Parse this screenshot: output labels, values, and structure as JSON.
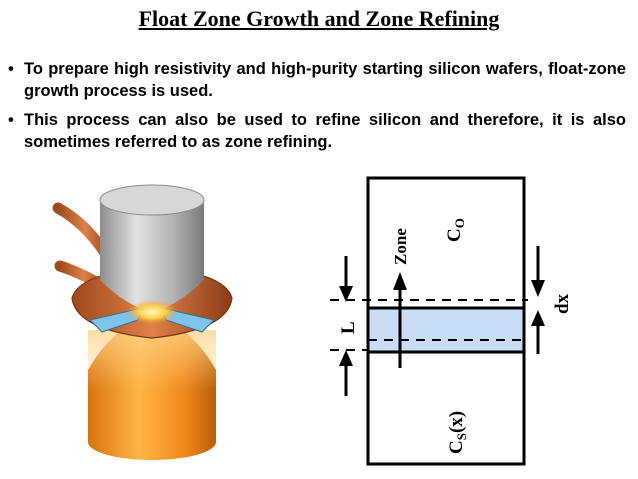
{
  "slide": {
    "title": "Float Zone Growth and Zone Refining",
    "bullets": [
      "To prepare high resistivity and high-purity starting silicon wafers, float-zone growth process is used.",
      "This process can also be used to refine silicon and therefore, it is also sometimes referred to as zone refining."
    ],
    "bullet_marker": "•"
  },
  "diagram": {
    "labels": {
      "zone": "Zone",
      "c_o_main": "C",
      "c_o_sub": "O",
      "c_s_main": "C",
      "c_s_sub": "S",
      "c_s_arg": "(x)",
      "l": "L",
      "dx": "dx"
    },
    "colors": {
      "zone_fill": "#c9dcf5",
      "stroke": "#000000",
      "rod_top": "#a9a9a9",
      "rod_bottom": "#f0901c",
      "coil": "#c8642a",
      "hot_spot": "#ffe27a"
    }
  }
}
